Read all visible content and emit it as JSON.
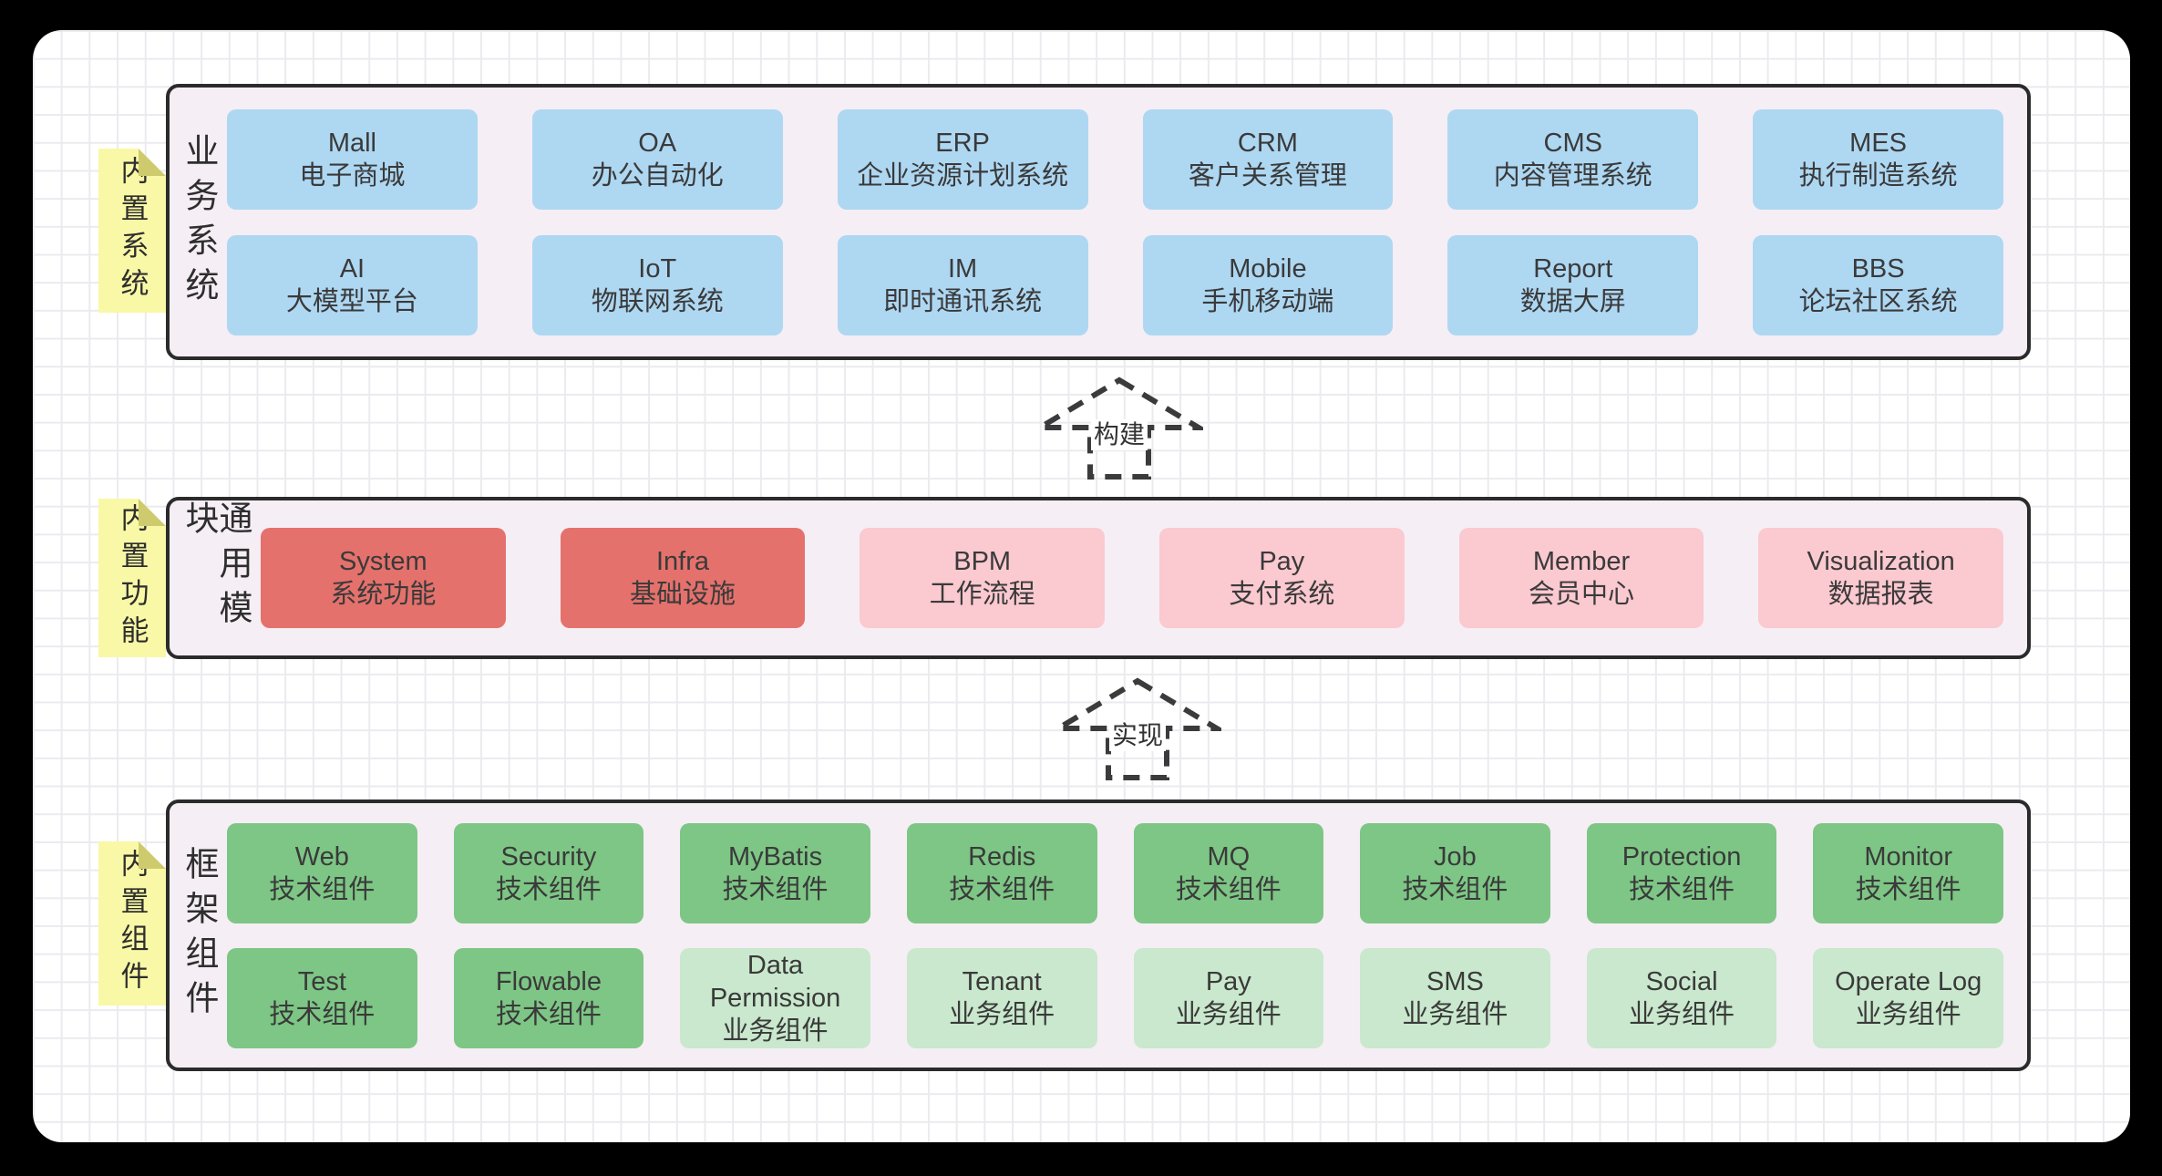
{
  "colors": {
    "frame_background": "#000000",
    "canvas_background": "#ffffff",
    "canvas_grid": "#ebebef",
    "band_background": "#f5eef5",
    "band_border": "#2b2b2b",
    "node_blue": "#aed7f2",
    "node_red_dark": "#e5716c",
    "node_red_light": "#fbc9d0",
    "node_green_dark": "#7dc685",
    "node_green_light": "#c9e8cd",
    "sticky_yellow": "#f9f8a6",
    "sticky_fold": "#cecb6f",
    "arrow_stroke": "#3b3b3b"
  },
  "bands": [
    {
      "sticky": "内置系统",
      "label": "业务系统",
      "boxes": [
        {
          "en": "Mall",
          "zh": "电子商城",
          "variant": "blue"
        },
        {
          "en": "OA",
          "zh": "办公自动化",
          "variant": "blue"
        },
        {
          "en": "ERP",
          "zh": "企业资源计划系统",
          "variant": "blue"
        },
        {
          "en": "CRM",
          "zh": "客户关系管理",
          "variant": "blue"
        },
        {
          "en": "CMS",
          "zh": "内容管理系统",
          "variant": "blue"
        },
        {
          "en": "MES",
          "zh": "执行制造系统",
          "variant": "blue"
        },
        {
          "en": "AI",
          "zh": "大模型平台",
          "variant": "blue"
        },
        {
          "en": "IoT",
          "zh": "物联网系统",
          "variant": "blue"
        },
        {
          "en": "IM",
          "zh": "即时通讯系统",
          "variant": "blue"
        },
        {
          "en": "Mobile",
          "zh": "手机移动端",
          "variant": "blue"
        },
        {
          "en": "Report",
          "zh": "数据大屏",
          "variant": "blue"
        },
        {
          "en": "BBS",
          "zh": "论坛社区系统",
          "variant": "blue"
        }
      ]
    },
    {
      "sticky": "内置功能",
      "label": "通用模块",
      "boxes": [
        {
          "en": "System",
          "zh": "系统功能",
          "variant": "red-dark"
        },
        {
          "en": "Infra",
          "zh": "基础设施",
          "variant": "red-dark"
        },
        {
          "en": "BPM",
          "zh": "工作流程",
          "variant": "red-light"
        },
        {
          "en": "Pay",
          "zh": "支付系统",
          "variant": "red-light"
        },
        {
          "en": "Member",
          "zh": "会员中心",
          "variant": "red-light"
        },
        {
          "en": "Visualization",
          "zh": "数据报表",
          "variant": "red-light"
        }
      ]
    },
    {
      "sticky": "内置组件",
      "label": "框架组件",
      "boxes": [
        {
          "en": "Web",
          "zh": "技术组件",
          "variant": "green-dark"
        },
        {
          "en": "Security",
          "zh": "技术组件",
          "variant": "green-dark"
        },
        {
          "en": "MyBatis",
          "zh": "技术组件",
          "variant": "green-dark"
        },
        {
          "en": "Redis",
          "zh": "技术组件",
          "variant": "green-dark"
        },
        {
          "en": "MQ",
          "zh": "技术组件",
          "variant": "green-dark"
        },
        {
          "en": "Job",
          "zh": "技术组件",
          "variant": "green-dark"
        },
        {
          "en": "Protection",
          "zh": "技术组件",
          "variant": "green-dark"
        },
        {
          "en": "Monitor",
          "zh": "技术组件",
          "variant": "green-dark"
        },
        {
          "en": "Test",
          "zh": "技术组件",
          "variant": "green-dark"
        },
        {
          "en": "Flowable",
          "zh": "技术组件",
          "variant": "green-dark"
        },
        {
          "en": "Data Permission",
          "zh": "业务组件",
          "variant": "green-light"
        },
        {
          "en": "Tenant",
          "zh": "业务组件",
          "variant": "green-light"
        },
        {
          "en": "Pay",
          "zh": "业务组件",
          "variant": "green-light"
        },
        {
          "en": "SMS",
          "zh": "业务组件",
          "variant": "green-light"
        },
        {
          "en": "Social",
          "zh": "业务组件",
          "variant": "green-light"
        },
        {
          "en": "Operate Log",
          "zh": "业务组件",
          "variant": "green-light"
        }
      ]
    }
  ],
  "arrows": [
    {
      "label": "构建"
    },
    {
      "label": "实现"
    }
  ]
}
